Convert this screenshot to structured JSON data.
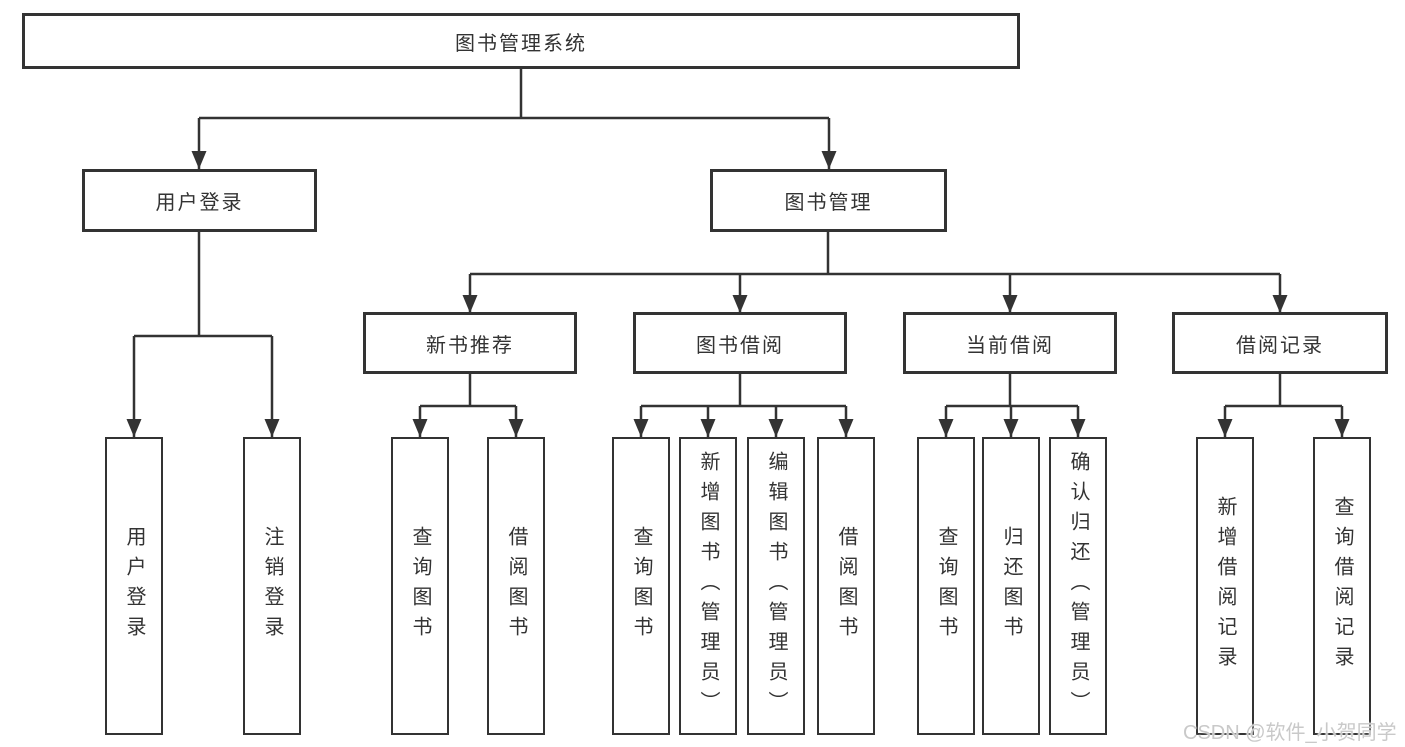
{
  "tree": {
    "root": {
      "label": "图书管理系统"
    },
    "children": [
      {
        "label": "用户登录",
        "children": [
          {
            "label": "用户登录"
          },
          {
            "label": "注销登录"
          }
        ]
      },
      {
        "label": "图书管理",
        "children": [
          {
            "label": "新书推荐",
            "children": [
              {
                "label": "查询图书"
              },
              {
                "label": "借阅图书"
              }
            ]
          },
          {
            "label": "图书借阅",
            "children": [
              {
                "label": "查询图书"
              },
              {
                "label": "新增图书（管理员）"
              },
              {
                "label": "编辑图书（管理员）"
              },
              {
                "label": "借阅图书"
              }
            ]
          },
          {
            "label": "当前借阅",
            "children": [
              {
                "label": "查询图书"
              },
              {
                "label": "归还图书"
              },
              {
                "label": "确认归还（管理员）"
              }
            ]
          },
          {
            "label": "借阅记录",
            "children": [
              {
                "label": "新增借阅记录"
              },
              {
                "label": "查询借阅记录"
              }
            ]
          }
        ]
      }
    ]
  },
  "watermark": {
    "text": "CSDN @软件_小贺同学"
  },
  "colors": {
    "line": "#333333",
    "box_border": "#333333",
    "box_bg": "#ffffff",
    "text": "#333333",
    "watermark": "#c9c9c9"
  }
}
